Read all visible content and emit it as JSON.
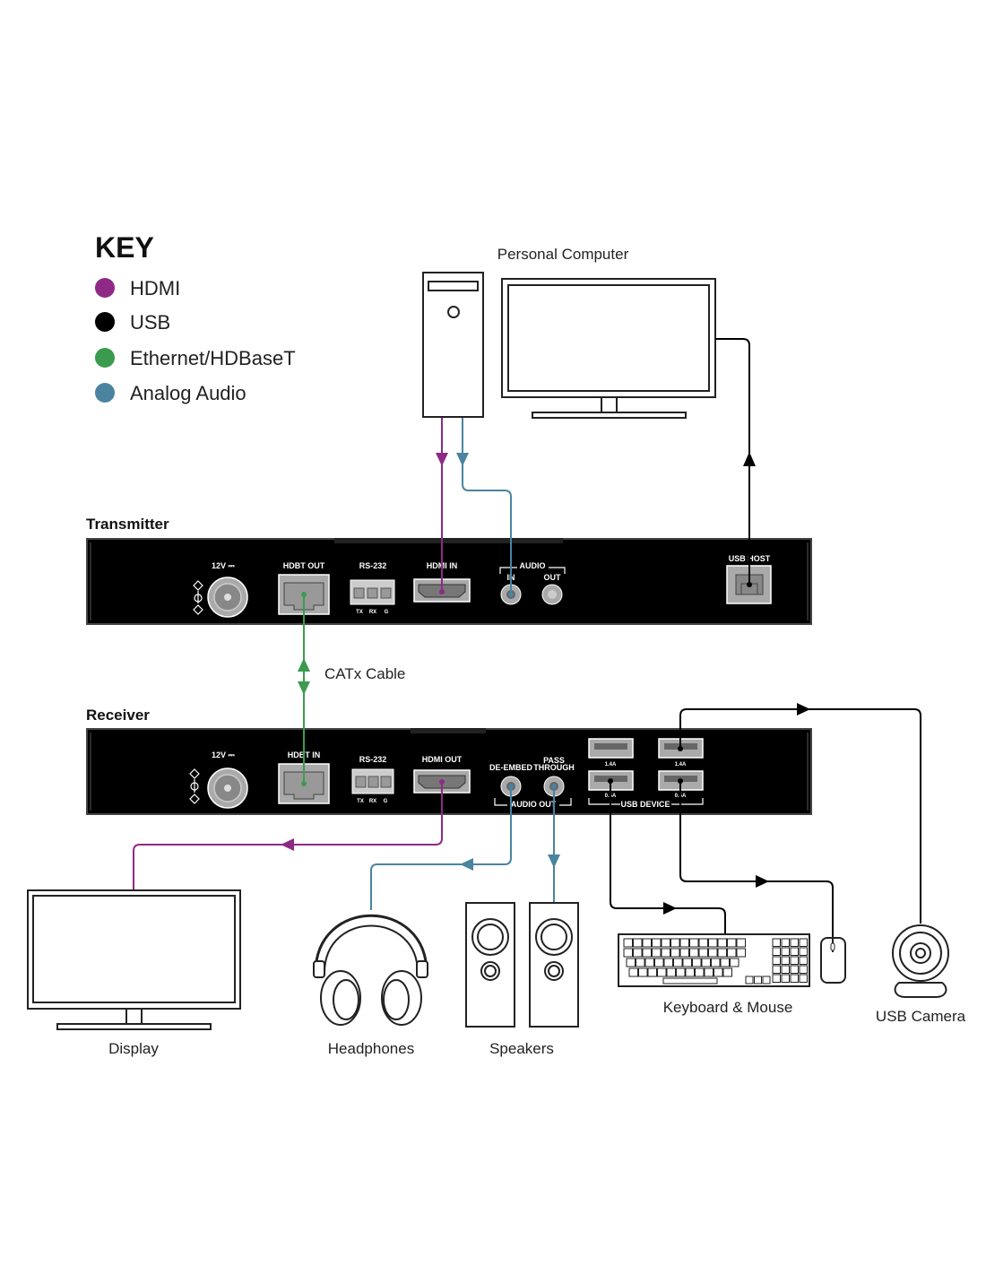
{
  "colors": {
    "hdmi": "#8e2a86",
    "usb": "#000000",
    "ethernet": "#3c9a4f",
    "audio": "#4a84a0"
  },
  "key": {
    "title": "KEY",
    "items": [
      {
        "label": "HDMI",
        "color": "#8e2a86"
      },
      {
        "label": "USB",
        "color": "#000000"
      },
      {
        "label": "Ethernet/HDBaseT",
        "color": "#3c9a4f"
      },
      {
        "label": "Analog Audio",
        "color": "#4a84a0"
      }
    ]
  },
  "personal_computer": {
    "label": "Personal Computer"
  },
  "transmitter": {
    "title": "Transmitter",
    "ports": {
      "power": "12V ⎓",
      "hdbt_out": "HDBT OUT",
      "rs232": "RS-232",
      "rs232_pins": [
        "TX",
        "RX",
        "G"
      ],
      "hdmi_in": "HDMI IN",
      "audio": "AUDIO",
      "audio_in": "IN",
      "audio_out": "OUT",
      "usb_host": "USB HOST"
    }
  },
  "cable": {
    "label": "CATx Cable"
  },
  "receiver": {
    "title": "Receiver",
    "ports": {
      "power": "12V ⎓",
      "hdbt_in": "HDBT IN",
      "rs232": "RS-232",
      "rs232_pins": [
        "TX",
        "RX",
        "G"
      ],
      "hdmi_out": "HDMI OUT",
      "de_embed": "DE-EMBED",
      "pass_through_1": "PASS",
      "pass_through_2": "THROUGH",
      "audio_out": "AUDIO OUT",
      "usb_a1": "1.4A",
      "usb_a2": "1.4A",
      "usb_b1": "0.5A",
      "usb_b2": "0.5A",
      "usb_device": "USB DEVICE"
    }
  },
  "devices": {
    "display": "Display",
    "headphones": "Headphones",
    "speakers": "Speakers",
    "keyboard_mouse": "Keyboard & Mouse",
    "usb_camera": "USB Camera"
  }
}
